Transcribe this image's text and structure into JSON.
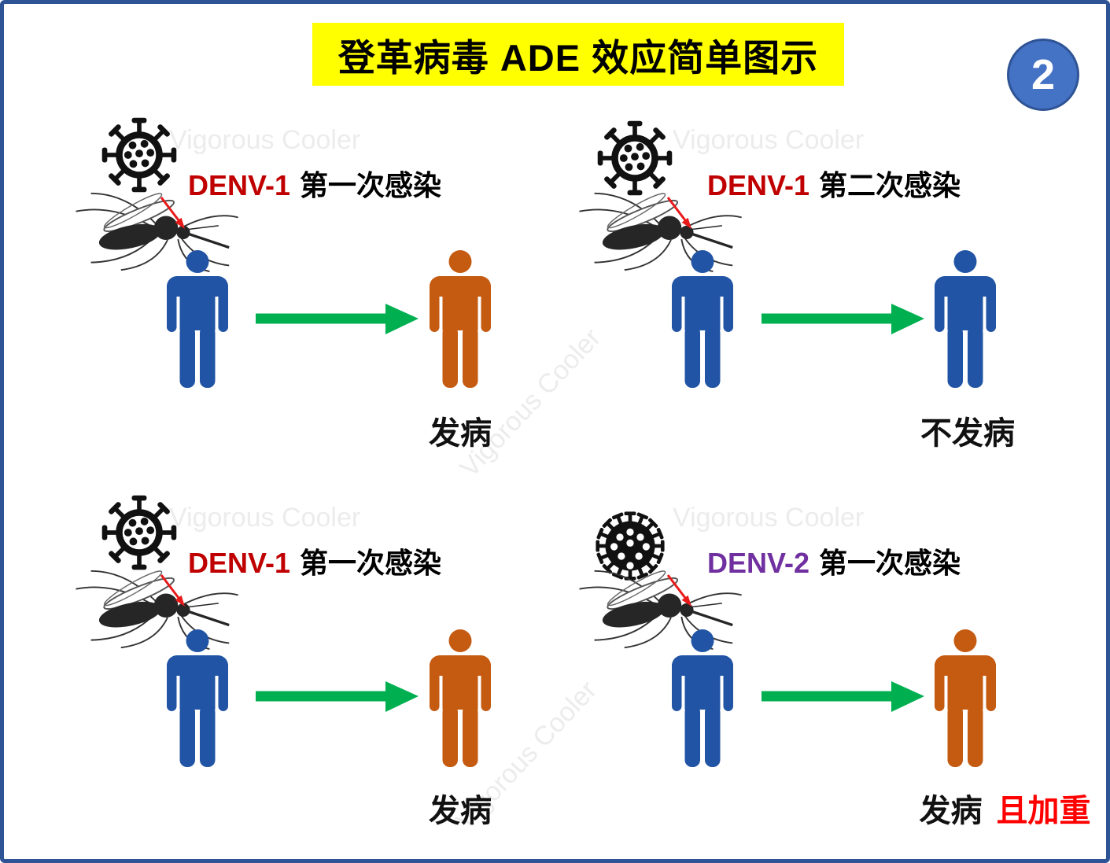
{
  "title": {
    "text": "登革病毒 ADE 效应简单图示",
    "highlight_bg": "#FFFF00"
  },
  "page_badge": {
    "number": "2",
    "fill": "#4472C4",
    "border": "#2F5496"
  },
  "watermark": {
    "text": "Vigorous Cooler",
    "color": "#ECECEC"
  },
  "colors": {
    "frame_border": "#2F5496",
    "healthy_person": "#2154A5",
    "sick_person": "#C55A11",
    "flow_arrow": "#00B050",
    "bite_arrow": "#E81919",
    "virus_icon": "#111111"
  },
  "panels": [
    {
      "id": "panel-1",
      "virus_label": "DENV-1",
      "virus_label_color": "#C00000",
      "virus_icon_style": "outline",
      "infection_text": "第一次感染",
      "left_person": "healthy",
      "right_person": "sick",
      "outcome": "发病",
      "outcome_suffix": "",
      "outcome_suffix_color": "#FF0000"
    },
    {
      "id": "panel-2",
      "virus_label": "DENV-1",
      "virus_label_color": "#C00000",
      "virus_icon_style": "outline",
      "infection_text": "第二次感染",
      "left_person": "healthy",
      "right_person": "healthy",
      "outcome": "不发病",
      "outcome_suffix": "",
      "outcome_suffix_color": "#FF0000"
    },
    {
      "id": "panel-3",
      "virus_label": "DENV-1",
      "virus_label_color": "#C00000",
      "virus_icon_style": "outline",
      "infection_text": "第一次感染",
      "left_person": "healthy",
      "right_person": "sick",
      "outcome": "发病",
      "outcome_suffix": "",
      "outcome_suffix_color": "#FF0000"
    },
    {
      "id": "panel-4",
      "virus_label": "DENV-2",
      "virus_label_color": "#7030A0",
      "virus_icon_style": "solid",
      "infection_text": "第一次感染",
      "left_person": "healthy",
      "right_person": "sick",
      "outcome": "发病",
      "outcome_suffix": "且加重",
      "outcome_suffix_color": "#FF0000"
    }
  ]
}
